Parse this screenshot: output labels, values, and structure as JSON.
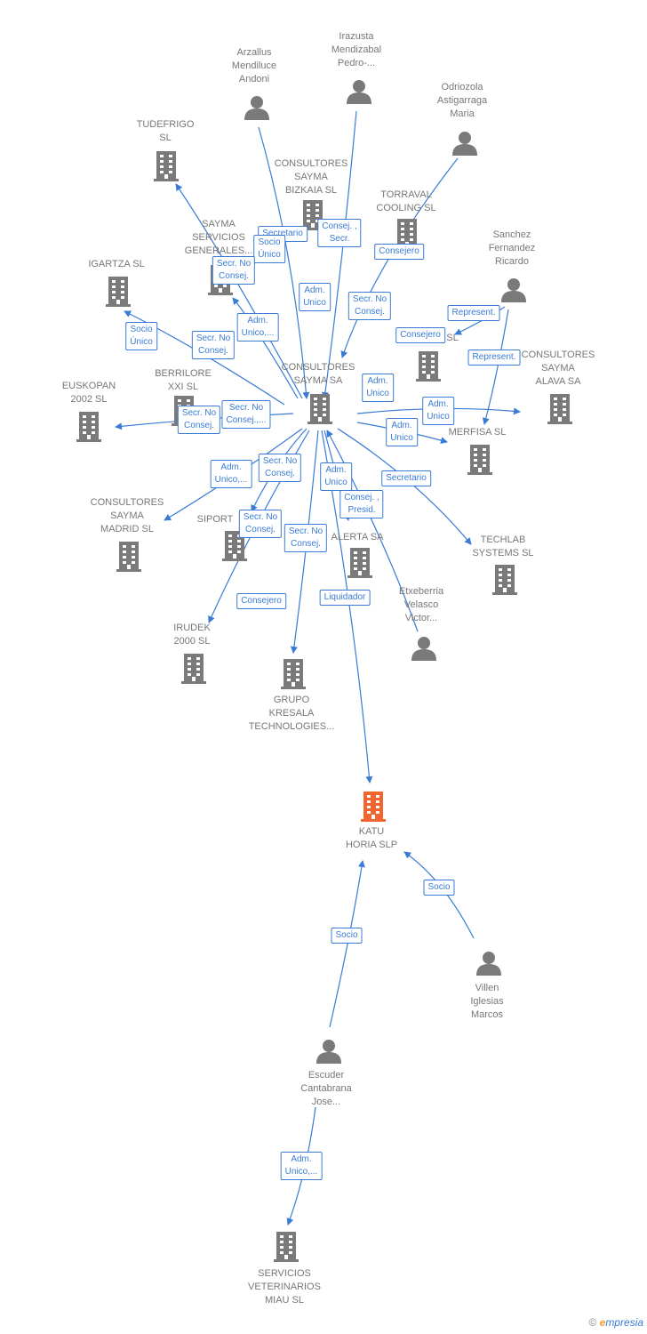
{
  "colors": {
    "edge": "#3a7bd5",
    "node": "#7a7a7a",
    "focus": "#f26430",
    "label": "#777777"
  },
  "nodes": [
    {
      "id": "katu",
      "type": "company",
      "focus": true,
      "label": "KATU\nHORIA SLP"
    },
    {
      "id": "consultores_sayma",
      "type": "company",
      "label": "CONSULTORES\nSAYMA SA"
    },
    {
      "id": "tudefrigo",
      "type": "company",
      "label": "TUDEFRIGO\nSL"
    },
    {
      "id": "sayma_bizkaia",
      "type": "company",
      "label": "CONSULTORES\nSAYMA\nBIZKAIA SL"
    },
    {
      "id": "torraval",
      "type": "company",
      "label": "TORRAVAL\nCOOLING SL"
    },
    {
      "id": "sayma_servicios",
      "type": "company",
      "label": "SAYMA\nSERVICIOS\nGENERALES..."
    },
    {
      "id": "igartza",
      "type": "company",
      "label": "IGARTZA SL"
    },
    {
      "id": "berrilore",
      "type": "company",
      "label": "BERRILORE\nXXI SL"
    },
    {
      "id": "euskopan",
      "type": "company",
      "label": "EUSKOPAN\n2002 SL"
    },
    {
      "id": "hidden_sl",
      "type": "company",
      "label": "SL"
    },
    {
      "id": "sayma_alava",
      "type": "company",
      "label": "CONSULTORES\nSAYMA\nALAVA SA"
    },
    {
      "id": "merfisa",
      "type": "company",
      "label": "MERFISA SL"
    },
    {
      "id": "sayma_madrid",
      "type": "company",
      "label": "CONSULTORES\nSAYMA\nMADRID SL"
    },
    {
      "id": "siport",
      "type": "company",
      "label": "SIPORT"
    },
    {
      "id": "alerta",
      "type": "company",
      "label": "ALERTA SA"
    },
    {
      "id": "techlab",
      "type": "company",
      "label": "TECHLAB\nSYSTEMS SL"
    },
    {
      "id": "irudek",
      "type": "company",
      "label": "IRUDEK\n2000 SL"
    },
    {
      "id": "grupo_kresala",
      "type": "company",
      "label": "GRUPO\nKRESALA\nTECHNOLOGIES..."
    },
    {
      "id": "servicios_vet",
      "type": "company",
      "label": "SERVICIOS\nVETERINARIOS\nMIAU SL"
    },
    {
      "id": "arzallus",
      "type": "person",
      "label": "Arzallus\nMendiluce\nAndoni"
    },
    {
      "id": "irazusta",
      "type": "person",
      "label": "Irazusta\nMendizabal\nPedro-..."
    },
    {
      "id": "odriozola",
      "type": "person",
      "label": "Odriozola\nAstigarraga\nMaria"
    },
    {
      "id": "sanchez",
      "type": "person",
      "label": "Sanchez\nFernandez\nRicardo"
    },
    {
      "id": "etxeberria",
      "type": "person",
      "label": "Etxeberria\nVelasco\nVictor..."
    },
    {
      "id": "villen",
      "type": "person",
      "label": "Villen\nIglesias\nMarcos"
    },
    {
      "id": "escuder",
      "type": "person",
      "label": "Escuder\nCantabrana\nJose..."
    }
  ],
  "edges": [
    {
      "from": "arzallus",
      "to": "consultores_sayma",
      "label": ""
    },
    {
      "from": "irazusta",
      "to": "consultores_sayma",
      "label": ""
    },
    {
      "from": "odriozola",
      "to": "consultores_sayma",
      "label": ""
    },
    {
      "from": "sanchez",
      "to": "hidden_sl",
      "label": ""
    },
    {
      "from": "sanchez",
      "to": "merfisa",
      "label": ""
    },
    {
      "from": "consultores_sayma",
      "to": "tudefrigo",
      "label": ""
    },
    {
      "from": "consultores_sayma",
      "to": "sayma_servicios",
      "label": ""
    },
    {
      "from": "consultores_sayma",
      "to": "igartza",
      "label": ""
    },
    {
      "from": "consultores_sayma",
      "to": "euskopan",
      "label": ""
    },
    {
      "from": "consultores_sayma",
      "to": "sayma_alava",
      "label": ""
    },
    {
      "from": "consultores_sayma",
      "to": "merfisa",
      "label": ""
    },
    {
      "from": "consultores_sayma",
      "to": "sayma_madrid",
      "label": ""
    },
    {
      "from": "consultores_sayma",
      "to": "siport",
      "label": ""
    },
    {
      "from": "consultores_sayma",
      "to": "irudek",
      "label": ""
    },
    {
      "from": "consultores_sayma",
      "to": "grupo_kresala",
      "label": ""
    },
    {
      "from": "consultores_sayma",
      "to": "alerta",
      "label": ""
    },
    {
      "from": "consultores_sayma",
      "to": "techlab",
      "label": ""
    },
    {
      "from": "consultores_sayma",
      "to": "katu",
      "label": ""
    },
    {
      "from": "etxeberria",
      "to": "consultores_sayma",
      "label": ""
    },
    {
      "from": "villen",
      "to": "katu",
      "label": ""
    },
    {
      "from": "escuder",
      "to": "katu",
      "label": ""
    },
    {
      "from": "escuder",
      "to": "servicios_vet",
      "label": ""
    }
  ],
  "edge_labels": [
    {
      "text": "Secretario",
      "id": "l_secretario_top"
    },
    {
      "text": "Consej. ,\nSecr.",
      "id": "l_consej_secr"
    },
    {
      "text": "Socio\nÚnico",
      "id": "l_socio_unico_1"
    },
    {
      "text": "Secr. No\nConsej.",
      "id": "l_secr_noconsej_1"
    },
    {
      "text": "Adm.\nUnico",
      "id": "l_adm_unico_1"
    },
    {
      "text": "Consejero",
      "id": "l_consejero_1"
    },
    {
      "text": "Secr. No\nConsej.",
      "id": "l_secr_noconsej_2"
    },
    {
      "text": "Represent.",
      "id": "l_represent_1"
    },
    {
      "text": "Consejero",
      "id": "l_consejero_2"
    },
    {
      "text": "Represent.",
      "id": "l_represent_2"
    },
    {
      "text": "Adm.\nUnico,...",
      "id": "l_adm_unico_2"
    },
    {
      "text": "Secr. No\nConsej.",
      "id": "l_secr_noconsej_3"
    },
    {
      "text": "Socio\nÚnico",
      "id": "l_socio_unico_2"
    },
    {
      "text": "Adm.\nUnico",
      "id": "l_adm_unico_3"
    },
    {
      "text": "Adm.\nUnico",
      "id": "l_adm_unico_4"
    },
    {
      "text": "Adm.\nUnico",
      "id": "l_adm_unico_5"
    },
    {
      "text": "Secr. No\nConsej.",
      "id": "l_secr_noconsej_4"
    },
    {
      "text": "Secr. No\nConsej.,...",
      "id": "l_secr_noconsej_5"
    },
    {
      "text": "Adm.\nUnico,...",
      "id": "l_adm_unico_6"
    },
    {
      "text": "Secr. No\nConsej.",
      "id": "l_secr_noconsej_6"
    },
    {
      "text": "Adm.\nUnico",
      "id": "l_adm_unico_7"
    },
    {
      "text": "Consej. ,\nPresid.",
      "id": "l_consej_presid"
    },
    {
      "text": "Secretario",
      "id": "l_secretario_2"
    },
    {
      "text": "Secr. No\nConsej.",
      "id": "l_secr_noconsej_7"
    },
    {
      "text": "Secr. No\nConsej.",
      "id": "l_secr_noconsej_8"
    },
    {
      "text": "Consejero",
      "id": "l_consejero_3"
    },
    {
      "text": "Liquidador",
      "id": "l_liquidador"
    },
    {
      "text": "Socio",
      "id": "l_socio_1"
    },
    {
      "text": "Socio",
      "id": "l_socio_2"
    },
    {
      "text": "Adm.\nUnico,...",
      "id": "l_adm_unico_8"
    }
  ],
  "copyright": {
    "symbol": "©",
    "brand_e": "e",
    "brand_rest": "mpresia"
  }
}
